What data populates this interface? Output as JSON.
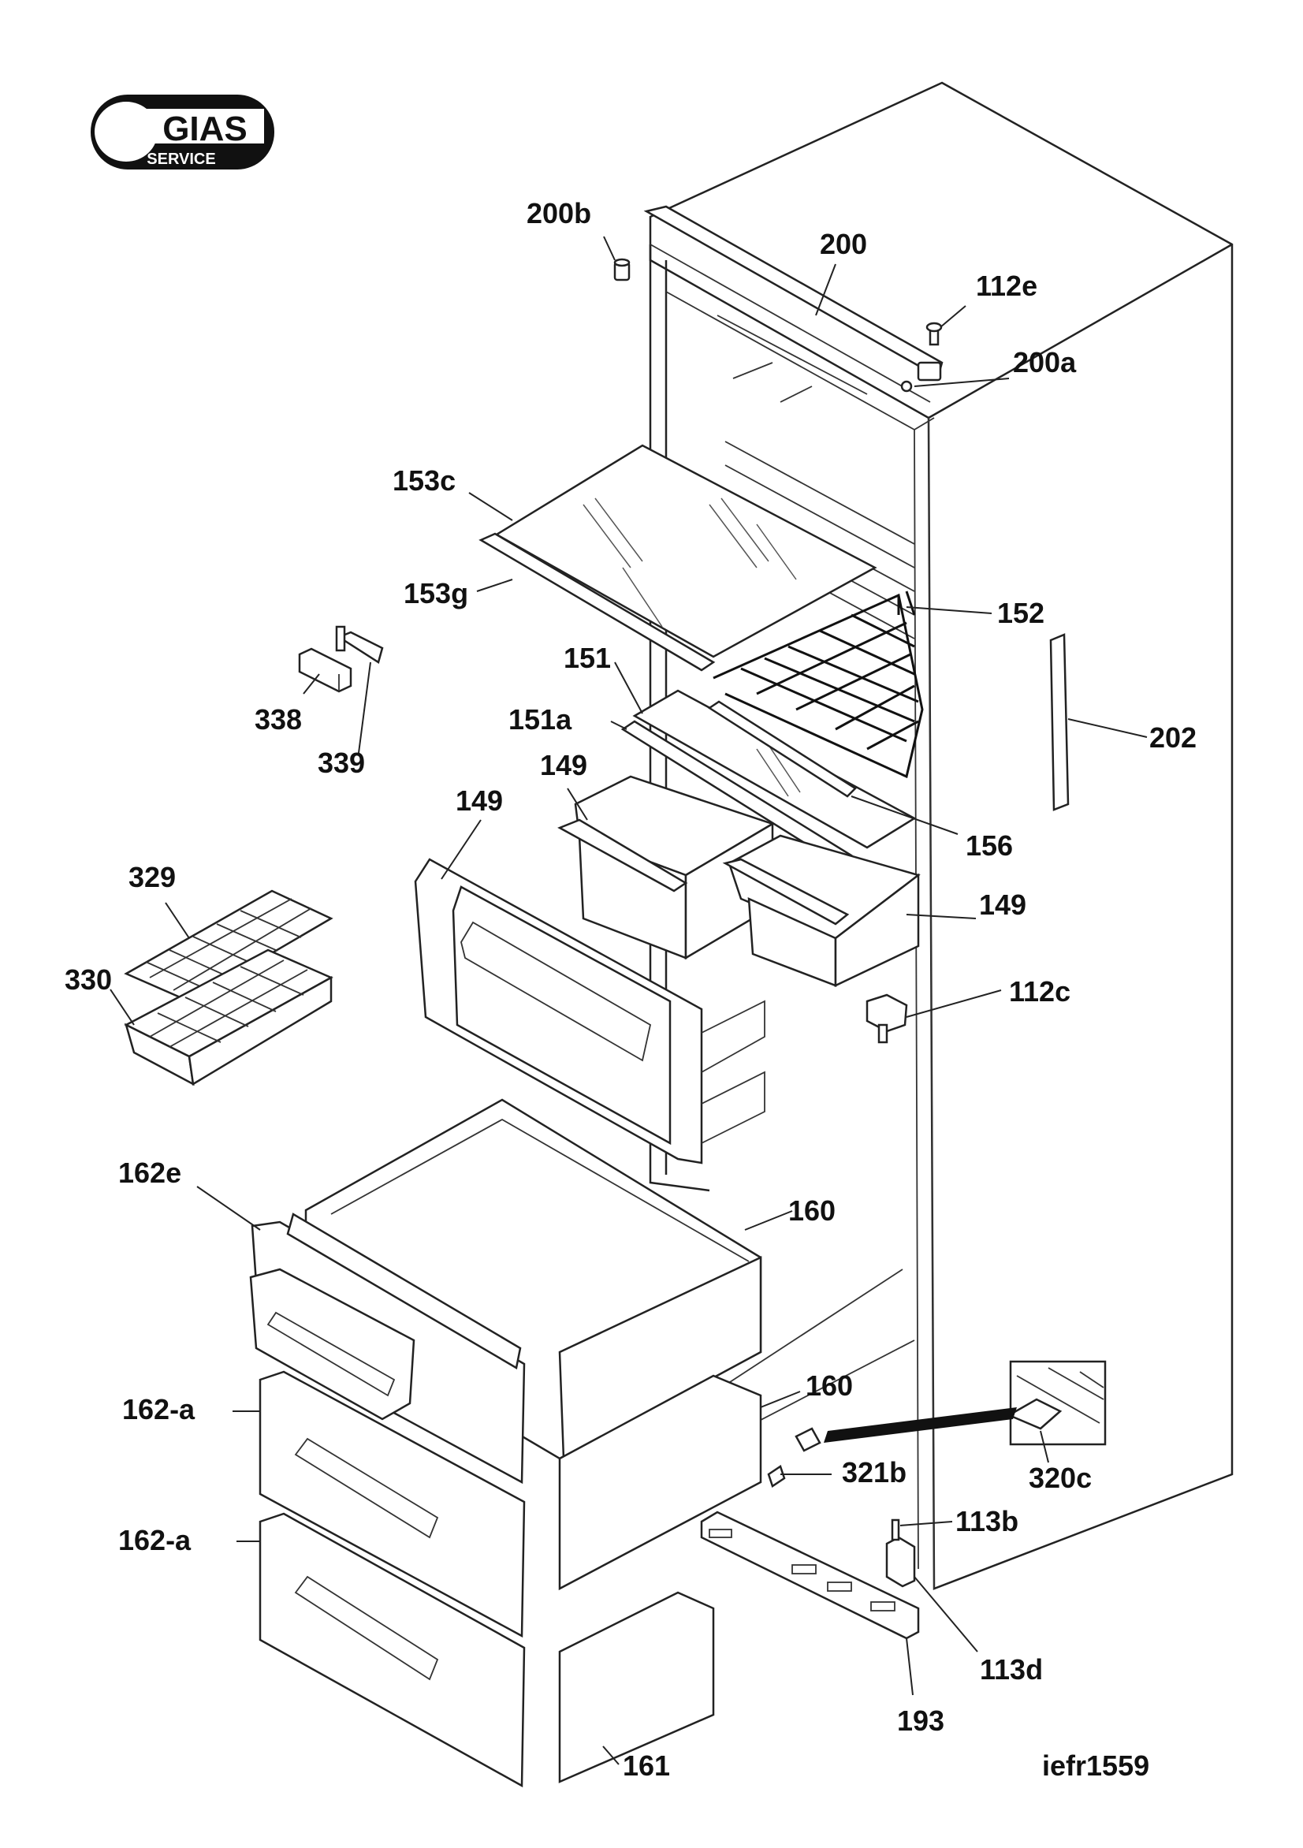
{
  "logo": {
    "brand": "GIAS",
    "sub": "SERVICE"
  },
  "drawing_code": "iefr1559",
  "labels": {
    "l200b": "200b",
    "l200": "200",
    "l112e": "112e",
    "l200a": "200a",
    "l153c": "153c",
    "l153g": "153g",
    "l152": "152",
    "l151": "151",
    "l151a": "151a",
    "l338": "338",
    "l339": "339",
    "l202": "202",
    "l149a": "149",
    "l149b": "149",
    "l156": "156",
    "l149c": "149",
    "l329": "329",
    "l330": "330",
    "l112c": "112c",
    "l162e": "162e",
    "l160a": "160",
    "l160b": "160",
    "l162a1": "162-a",
    "l321b": "321b",
    "l320c": "320c",
    "l113b": "113b",
    "l162a2": "162-a",
    "l113d": "113d",
    "l193": "193",
    "l161": "161"
  }
}
